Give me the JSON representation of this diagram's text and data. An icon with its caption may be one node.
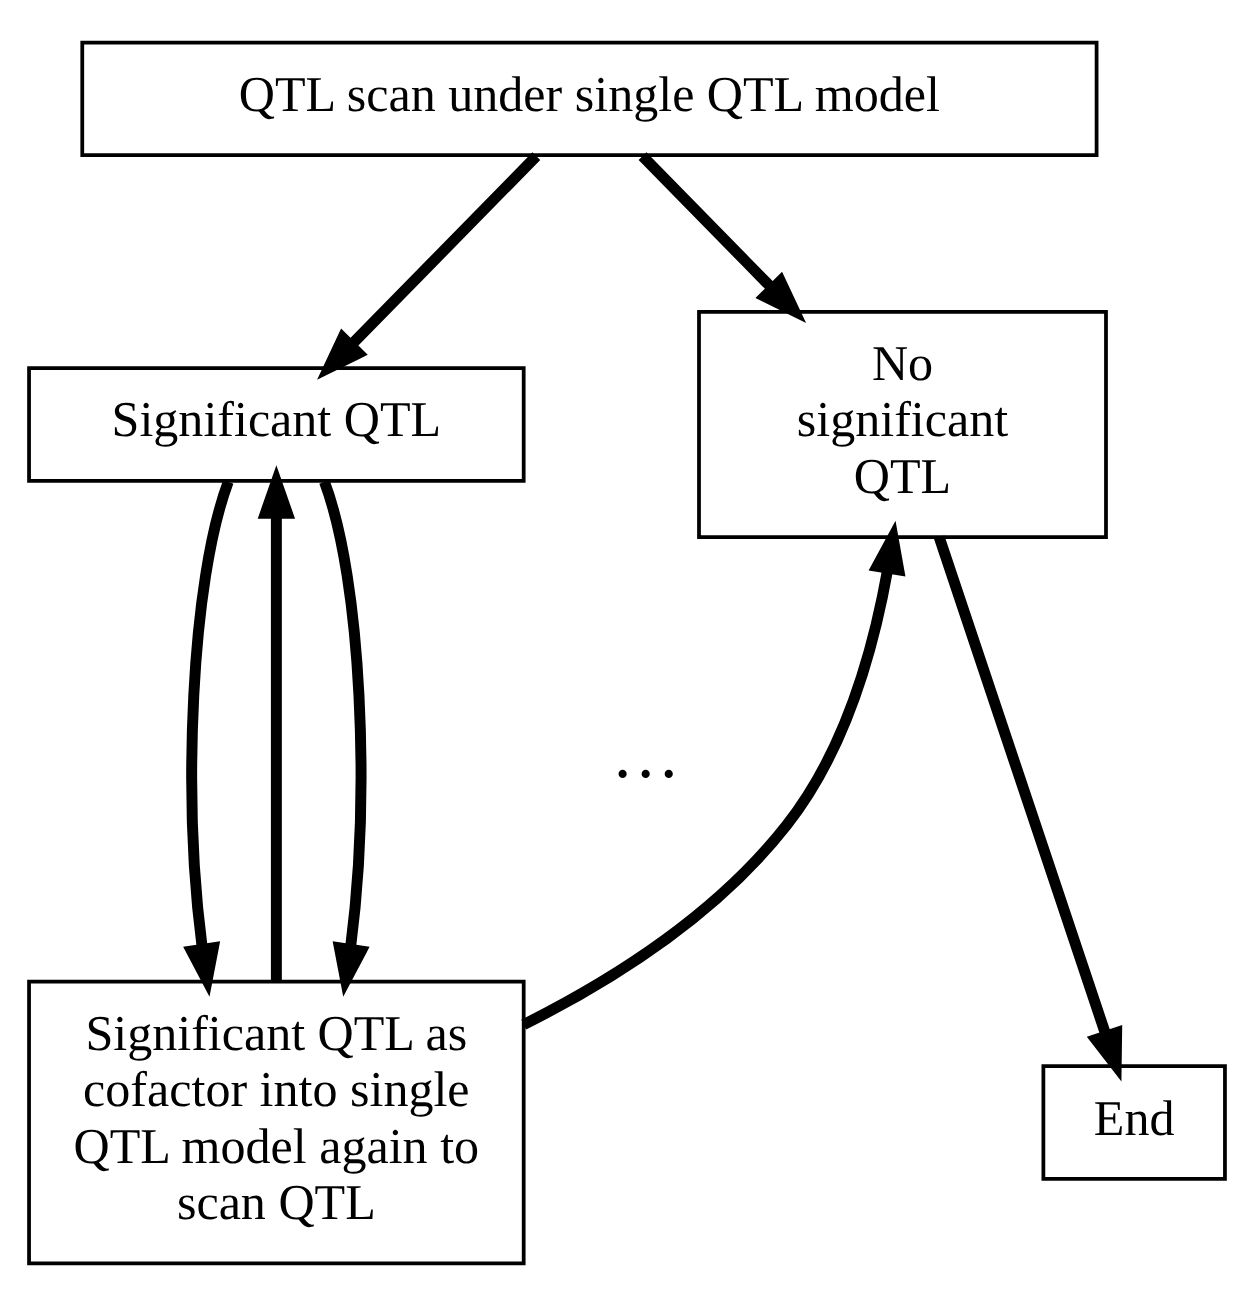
{
  "diagram": {
    "nodes": [
      {
        "text": [
          "QTL scan under single QTL model"
        ]
      },
      {
        "text": [
          "Significant QTL"
        ]
      },
      {
        "text": [
          "No significant QTL"
        ]
      },
      {
        "text": [
          "Significant QTL as cofactor into single QTL model again to scan QTL"
        ]
      },
      {
        "text": [
          "End"
        ]
      }
    ],
    "edges": [
      {
        "from": 0,
        "to": 1,
        "arrow": "to"
      },
      {
        "from": 0,
        "to": 2,
        "arrow": "to"
      },
      {
        "from": 1,
        "to": 3,
        "arrow": "to"
      },
      {
        "from": 3,
        "to": 1,
        "arrow": "to"
      },
      {
        "from": 1,
        "to": 3,
        "arrow": "to"
      },
      {
        "from": 3,
        "to": 2,
        "arrow": "to"
      },
      {
        "from": 2,
        "to": 4,
        "arrow": "to"
      }
    ],
    "labels": [
      "…"
    ]
  }
}
